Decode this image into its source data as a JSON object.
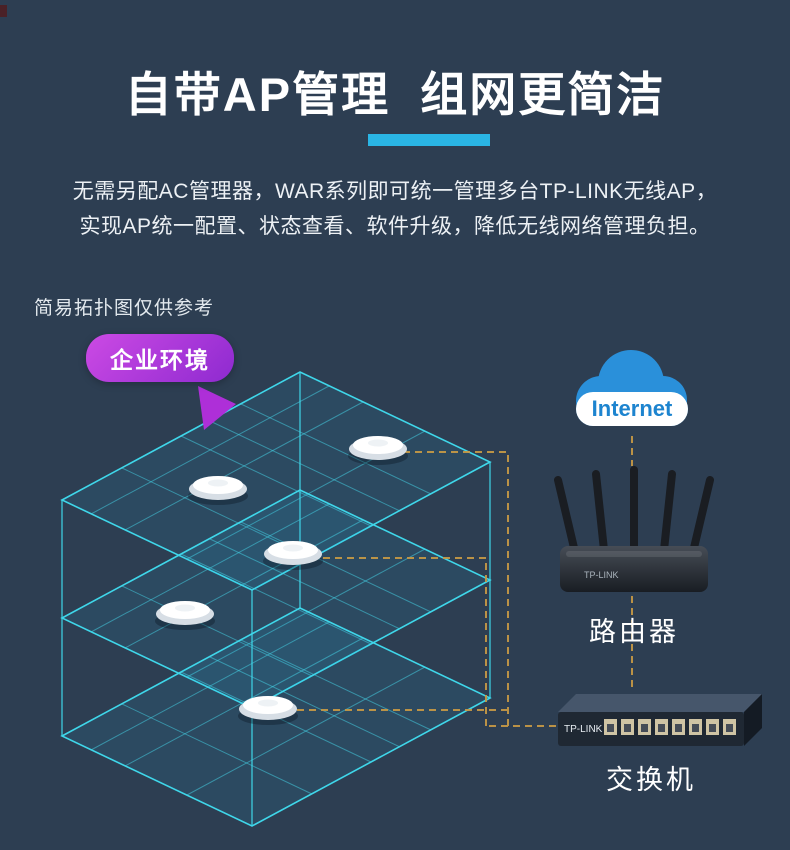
{
  "header": {
    "title": "自带AP管理  组网更简洁",
    "description_lines": {
      "0": "无需另配AC管理器，WAR系列即可统一管理多台TP-LINK无线AP，",
      "1": "实现AP统一配置、状态查看、软件升级，降低无线网络管理负担。"
    }
  },
  "diagram": {
    "note": "简易拓扑图仅供参考",
    "building_label": "企业环境",
    "internet_label": "Internet",
    "router_label": "路由器",
    "switch_label": "交换机",
    "brand": "TP-LINK",
    "ap_count": "5"
  },
  "colors": {
    "background": "#2d3e52",
    "title_accent_cyan": "#2ab5e5",
    "building_line_cyan": "#3fd7ea",
    "label_pill_purple": "#b43bdb",
    "cloud_blue": "#2a90da",
    "dashed_connection": "#c89a45",
    "device_dark": "#1f2833"
  }
}
